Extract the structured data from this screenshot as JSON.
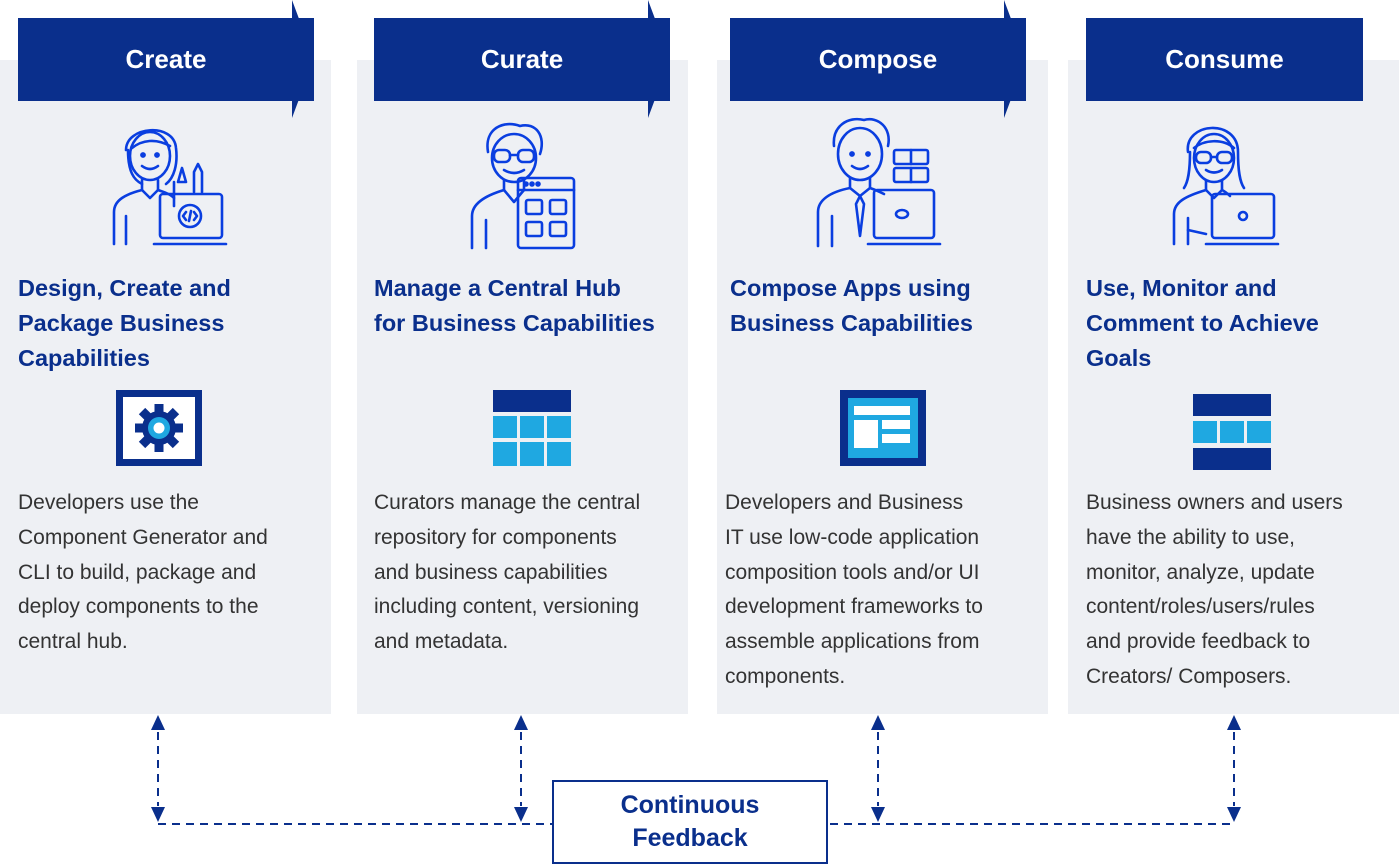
{
  "stages": [
    {
      "label": "Create",
      "heading_lines": [
        "Design, Create and",
        "Package Business",
        "Capabilities"
      ],
      "description_lines": [
        "Developers use the",
        "Component Generator and",
        "CLI to build, package and",
        "deploy components to the",
        "central hub."
      ],
      "person_icon": "developer-woman-laptop-code-icon",
      "badge_icon": "gear-icon"
    },
    {
      "label": "Curate",
      "heading_lines": [
        "Manage a Central Hub",
        "for Business Capabilities"
      ],
      "description_lines": [
        "Curators manage the central",
        "repository for components",
        "and business capabilities",
        "including content, versioning",
        "and metadata."
      ],
      "person_icon": "curator-man-app-grid-icon",
      "badge_icon": "table-grid-icon"
    },
    {
      "label": "Compose",
      "heading_lines": [
        "Compose Apps using",
        "Business Capabilities"
      ],
      "description_lines": [
        "Developers and Business",
        "IT use low-code application",
        "composition tools and/or UI",
        "development frameworks to",
        "assemble applications from",
        "components."
      ],
      "person_icon": "composer-man-tie-laptop-icon",
      "badge_icon": "page-layout-icon"
    },
    {
      "label": "Consume",
      "heading_lines": [
        "Use, Monitor and",
        "Comment to Achieve",
        "Goals"
      ],
      "description_lines": [
        "Business owners and users",
        "have the ability to use,",
        "monitor, analyze, update",
        "content/roles/users/rules",
        "and provide feedback to",
        "Creators/ Composers."
      ],
      "person_icon": "user-woman-laptop-icon",
      "badge_icon": "dashboard-rows-icon"
    }
  ],
  "feedback": {
    "lines": [
      "Continuous",
      "Feedback"
    ]
  },
  "colors": {
    "navy": "#0a2f8c",
    "panel": "#eef0f4",
    "accent": "#1fa8e1",
    "text": "#333333"
  }
}
